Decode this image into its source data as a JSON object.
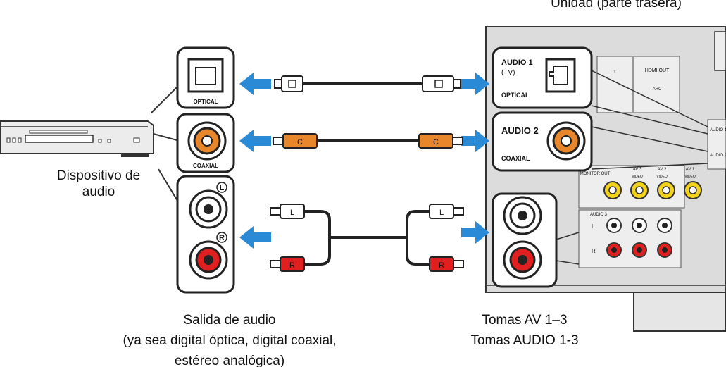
{
  "caption_unit_rear": "Unidad (parte trasera)",
  "device_label_line1": "Dispositivo de",
  "device_label_line2": "audio",
  "output_caption_line1": "Salida de audio",
  "output_caption_line2": "(ya sea digital óptica, digital coaxial,",
  "output_caption_line3": "estéreo analógica)",
  "jacks_caption_line1": "Tomas AV 1–3",
  "jacks_caption_line2": "Tomas AUDIO 1-3",
  "device_port_optical": "OPTICAL",
  "device_port_coaxial": "COAXIAL",
  "device_port_left": "L",
  "device_port_right": "R",
  "unit_port_audio1_line1": "AUDIO 1",
  "unit_port_audio1_line2": "(TV)",
  "unit_port_optical": "OPTICAL",
  "unit_port_audio2": "AUDIO 2",
  "unit_port_coaxial": "COAXIAL",
  "plug_coax": "C",
  "plug_left": "L",
  "plug_right": "R",
  "panel_hdmi_out": "HDMI OUT",
  "panel_arc": "ARC",
  "panel_hdmi_1": "1",
  "panel_monitor_out": "MONITOR OUT",
  "panel_video": "VIDEO",
  "panel_av1": "AV 1",
  "panel_av2": "AV 2",
  "panel_av3": "AV 3",
  "panel_audio3": "AUDIO 3",
  "colors": {
    "arrow": "#2b8ad6",
    "coax_orange": "#e8862b",
    "red_plug": "#e02020",
    "panel_gray": "#dcdcdc",
    "yellow_jack": "#f2d21a"
  }
}
